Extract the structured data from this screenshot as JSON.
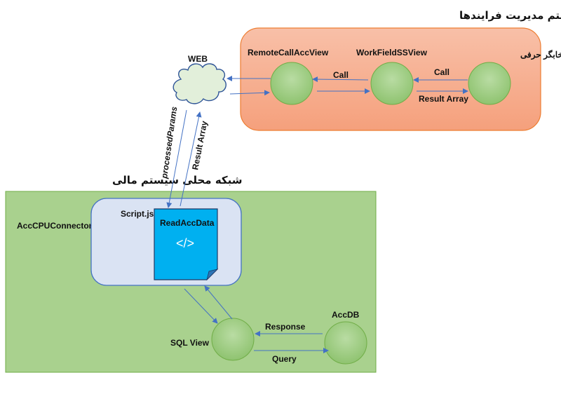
{
  "process_network": {
    "title": "شبکه محلی سیستم مدیریت فرایندها",
    "nodes": {
      "remote_call": "RemoteCallAccView",
      "workfield": "WorkFieldSSView",
      "letter_field": "فیلد انتخابگر حرفی"
    },
    "edges": {
      "call_1": "Call",
      "call_2": "Call",
      "result": "Result Array"
    }
  },
  "web": {
    "label": "WEB",
    "down_edge": "processedParams",
    "up_edge": "Result Array"
  },
  "finance_network": {
    "title": "شبکه محلی سیستم مالی",
    "connector_label": "AccCPUConnector",
    "script_label": "Script.js",
    "doc_title": "ReadAccData",
    "doc_icon": "</>",
    "sql_view": "SQL View",
    "db": "AccDB",
    "response": "Response",
    "query": "Query"
  },
  "colors": {
    "orange_fill": "#f7b49a",
    "orange_stroke": "#ed7d31",
    "green_fill": "#a9d18e",
    "node_fill": "#a9d18e",
    "doc_fill": "#00b0f0",
    "arrow": "#4472c4"
  }
}
